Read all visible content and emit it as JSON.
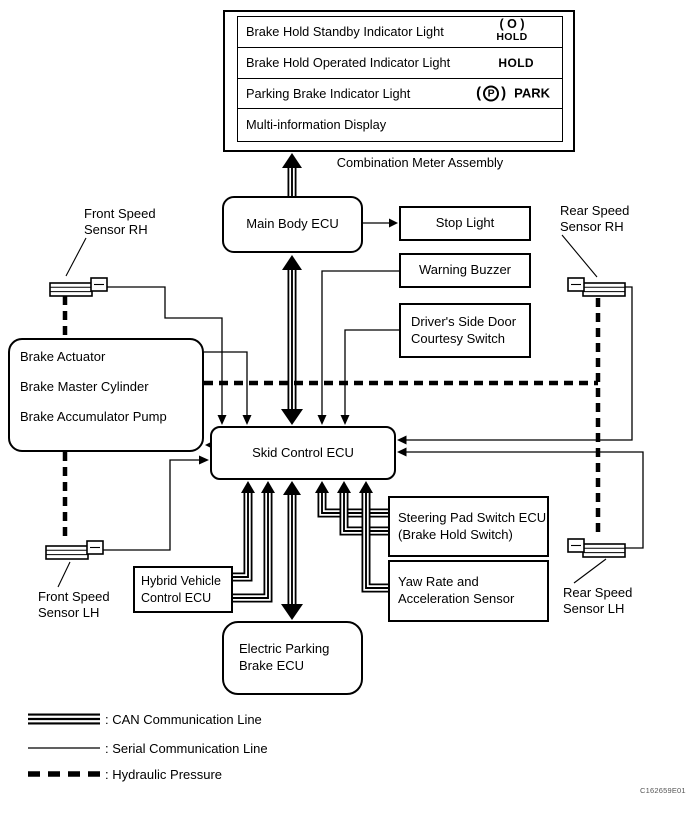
{
  "diagram": {
    "meter": {
      "caption": "Combination Meter Assembly",
      "rows": [
        {
          "label": "Brake Hold Standby Indicator Light",
          "icon_symbol": "( O )",
          "icon_caption": "HOLD"
        },
        {
          "label": "Brake Hold Operated Indicator Light",
          "icon_caption": "HOLD"
        },
        {
          "label": "Parking Brake Indicator Light",
          "paren_open": "(",
          "p_symbol": "P",
          "paren_close": ")",
          "icon_caption": "PARK"
        },
        {
          "label": "Multi-information Display"
        }
      ]
    },
    "nodes": {
      "main_body_ecu": {
        "label": "Main Body ECU"
      },
      "stop_light": {
        "label": "Stop Light"
      },
      "warning_buzzer": {
        "label": "Warning Buzzer"
      },
      "courtesy_switch": {
        "line1": "Driver's Side Door",
        "line2": "Courtesy Switch"
      },
      "brake_actuator": {
        "line1": "Brake Actuator",
        "line2": "Brake Master Cylinder",
        "line3": "Brake Accumulator Pump"
      },
      "skid_control_ecu": {
        "label": "Skid Control ECU"
      },
      "steering_pad_switch_ecu": {
        "line1": "Steering Pad Switch ECU",
        "line2": "(Brake Hold Switch)"
      },
      "yaw_rate_sensor": {
        "line1": "Yaw Rate and",
        "line2": "Acceleration Sensor"
      },
      "hybrid_vehicle_control_ecu": {
        "line1": "Hybrid Vehicle",
        "line2": "Control ECU"
      },
      "electric_parking_brake_ecu": {
        "line1": "Electric Parking",
        "line2": "Brake ECU"
      }
    },
    "sensor_labels": {
      "front_rh": {
        "line1": "Front Speed",
        "line2": "Sensor RH"
      },
      "rear_rh": {
        "line1": "Rear Speed",
        "line2": "Sensor RH"
      },
      "front_lh": {
        "line1": "Front Speed",
        "line2": "Sensor LH"
      },
      "rear_lh": {
        "line1": "Rear Speed",
        "line2": "Sensor LH"
      }
    },
    "legend": {
      "can": ": CAN Communication Line",
      "serial": ": Serial Communication Line",
      "hydraulic": ": Hydraulic Pressure"
    },
    "figure_code": "C162659E01",
    "colors": {
      "line": "#000000",
      "background": "#ffffff"
    }
  }
}
